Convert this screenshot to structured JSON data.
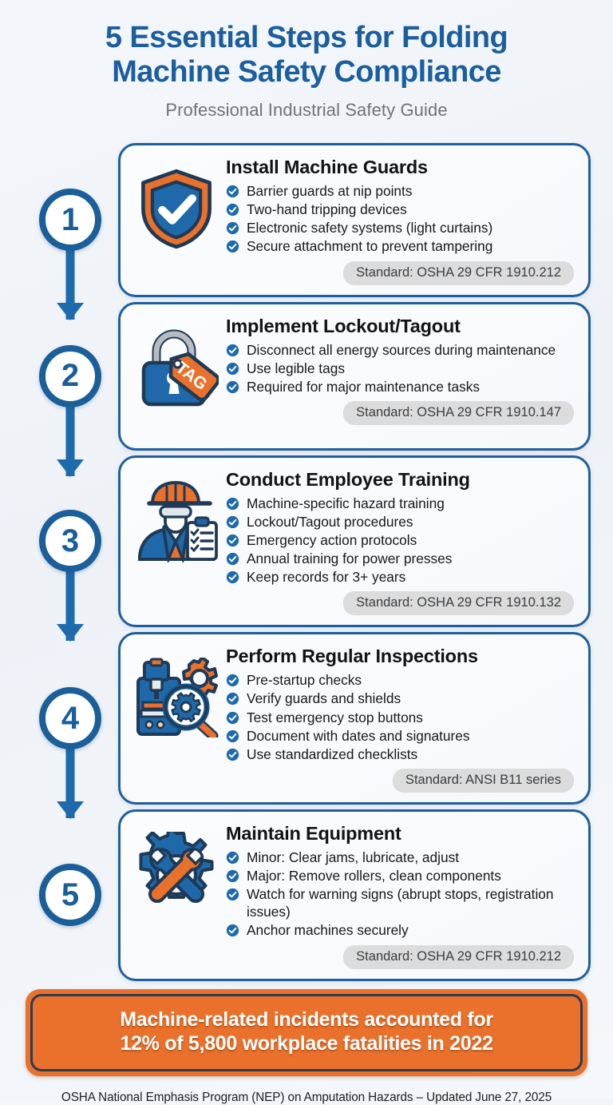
{
  "header": {
    "title_line1": "5 Essential Steps for Folding",
    "title_line2": "Machine Safety Compliance",
    "subtitle": "Professional Industrial Safety Guide",
    "title_color": "#1b5ea0",
    "subtitle_color": "#6e7377"
  },
  "theme": {
    "accent_blue": "#1a5e9a",
    "card_border": "#1f5f9e",
    "accent_orange": "#e9712b",
    "navy_outline": "#2b3b52",
    "badge_bg": "#dcdcdc",
    "page_bg": "#f3f6fa"
  },
  "steps": [
    {
      "number": "1",
      "icon": "shield-check-icon",
      "title": "Install Machine Guards",
      "bullets": [
        "Barrier guards at nip points",
        "Two-hand tripping devices",
        "Electronic safety systems (light curtains)",
        "Secure attachment to prevent tampering"
      ],
      "standard": "Standard: OSHA 29 CFR 1910.212"
    },
    {
      "number": "2",
      "icon": "padlock-tag-icon",
      "title": "Implement Lockout/Tagout",
      "bullets": [
        "Disconnect all energy sources during maintenance",
        "Use legible tags",
        "Required for major maintenance tasks"
      ],
      "standard": "Standard: OSHA 29 CFR 1910.147"
    },
    {
      "number": "3",
      "icon": "worker-clipboard-icon",
      "title": "Conduct Employee Training",
      "bullets": [
        "Machine-specific hazard training",
        "Lockout/Tagout procedures",
        "Emergency action protocols",
        "Annual training for power presses",
        "Keep records for 3+ years"
      ],
      "standard": "Standard: OSHA 29 CFR 1910.132"
    },
    {
      "number": "4",
      "icon": "machine-magnifier-gear-icon",
      "title": "Perform Regular Inspections",
      "bullets": [
        "Pre-startup checks",
        "Verify guards and shields",
        "Test emergency stop buttons",
        "Document with dates and signatures",
        "Use standardized checklists"
      ],
      "standard": "Standard: ANSI B11 series"
    },
    {
      "number": "5",
      "icon": "gear-wrenches-icon",
      "title": "Maintain Equipment",
      "bullets": [
        "Minor: Clear jams, lubricate, adjust",
        "Major: Remove rollers, clean components",
        "Watch for warning signs (abrupt stops, registration issues)",
        "Anchor machines securely"
      ],
      "standard": "Standard: OSHA 29 CFR 1910.212"
    }
  ],
  "banner": {
    "line1": "Machine-related incidents accounted for",
    "line2": "12% of 5,800 workplace fatalities in 2022"
  },
  "footnote": "OSHA National Emphasis Program (NEP) on Amputation Hazards – Updated June 27, 2025"
}
